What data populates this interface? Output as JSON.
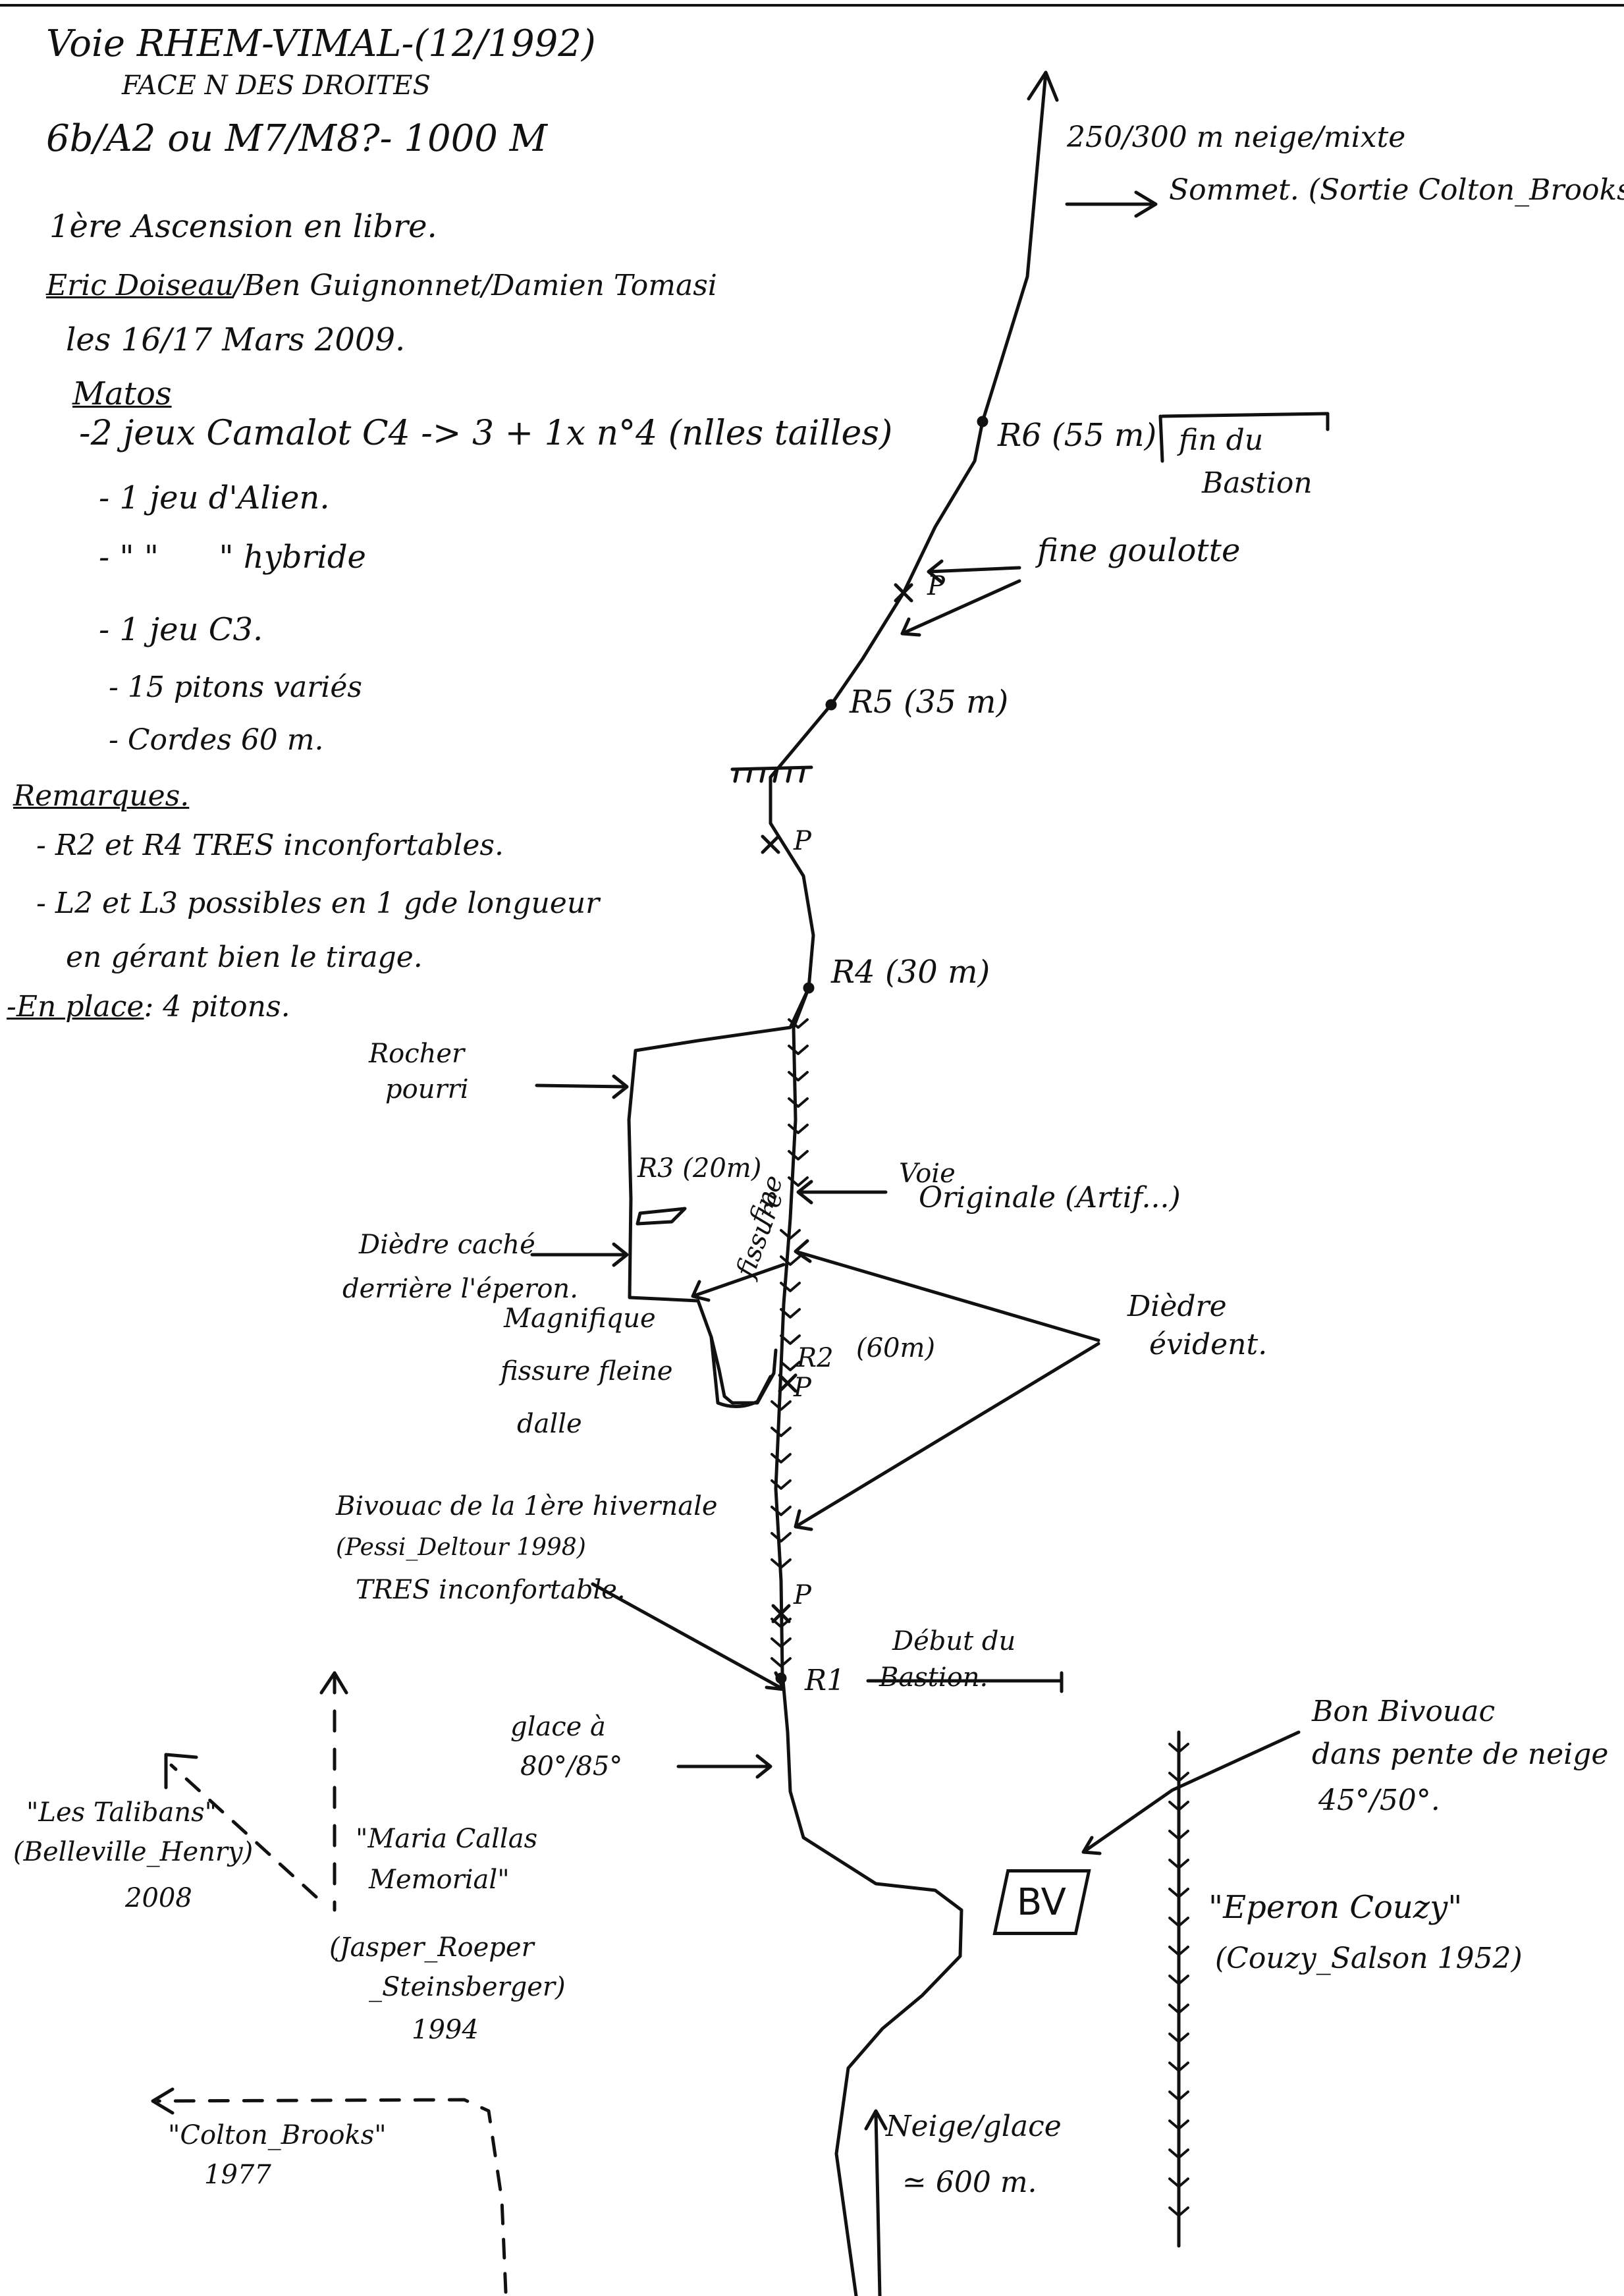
{
  "header": {
    "title": "Voie RHEM-VIMAL-(12/1992)",
    "face": "FACE N DES DROITES",
    "grade": "6b/A2 ou M7/M8?- 1000 M",
    "first_free": "1ère Ascension en libre.",
    "climbers_name": "Eric Doiseau",
    "climbers_rest": "/Ben Guignonnet/Damien Tomasi",
    "dates": "les 16/17 Mars 2009."
  },
  "matos": {
    "heading": "Matos",
    "items": [
      "-2 jeux Camalot C4 -> 3 + 1x n°4 (nlles tailles)",
      "- 1 jeu d'Alien.",
      "- \" \"      \" hybride",
      "- 1 jeu C3.",
      "- 15 pitons variés",
      "- Cordes 60 m."
    ]
  },
  "remarques": {
    "heading": "Remarques.",
    "items": [
      "- R2 et R4 TRES inconfortables.",
      "- L2 et L3 possibles en 1 gde longueur",
      "en gérant bien le tirage."
    ],
    "en_place_label": "-En place",
    "en_place_text": ": 4 pitons."
  },
  "topo": {
    "summit_1": "250/300 m neige/mixte",
    "summit_2": "Sommet.  (Sortie Colton_Brooks)",
    "r6": "R6 (55 m)",
    "fin_du": "fin du",
    "bastion_end": "Bastion",
    "fine_goulotte": "fine goulotte",
    "p_mark": "P",
    "r5": "R5 (35 m)",
    "r4": "R4 (30 m)",
    "rocher_1": "Rocher",
    "rocher_2": "pourri",
    "r3": "R3 (20m)",
    "voie_1": "Voie",
    "voie_2": "Originale (Artif...)",
    "fine_fissure_1": "fine",
    "fine_fissure_2": "fissure",
    "diedre_cache_1": "Dièdre caché",
    "diedre_cache_2": "derrière l'éperon.",
    "magnifique_1": "Magnifique",
    "magnifique_2": "fissure fleine",
    "magnifique_3": "dalle",
    "r2": "R2",
    "r2_len": "(60m)",
    "diedre_ev_1": "Dièdre",
    "diedre_ev_2": "évident.",
    "bivouac_1": "Bivouac de la 1ère hivernale",
    "bivouac_2": "(Pessi_Deltour 1998)",
    "bivouac_3": "TRES inconfortable.",
    "debut_1": "Début du",
    "debut_2": "Bastion.",
    "r1": "R1",
    "glace_1": "glace à",
    "glace_2": "80°/85°",
    "bon_biv_1": "Bon Bivouac",
    "bon_biv_2": "dans pente de neige",
    "bon_biv_3": "45°/50°.",
    "bv": "BV",
    "couzy_1": "\"Eperon Couzy\"",
    "couzy_2": "(Couzy_Salson 1952)",
    "talibans_1": "\"Les Talibans\"",
    "talibans_2": "(Belleville_Henry)",
    "talibans_3": "2008",
    "callas_1": "\"Maria Callas",
    "callas_2": "Memorial\"",
    "callas_3": "(Jasper_Roeper",
    "callas_4": "_Steinsberger)",
    "callas_5": "1994",
    "colton_1": "\"Colton_Brooks\"",
    "colton_2": "1977",
    "neige_1": "Neige/glace",
    "neige_2": "≃ 600 m."
  }
}
